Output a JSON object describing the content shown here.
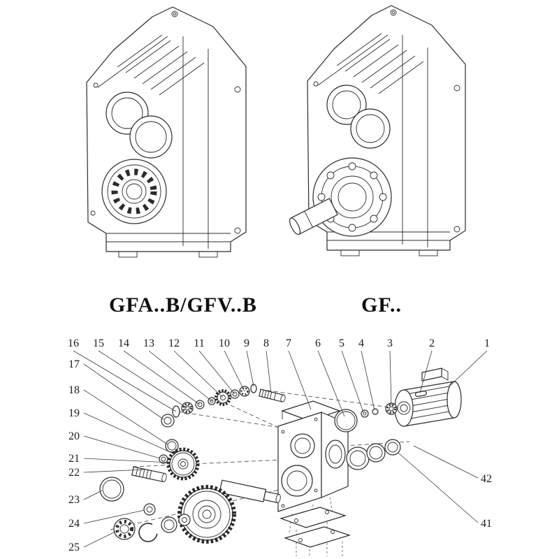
{
  "page": {
    "background": "#ffffff",
    "line_color": "#2b2b2b"
  },
  "models": {
    "left_label": "GFA..B/GFV..B",
    "right_label": "GF.."
  },
  "exploded": {
    "top_row": [
      "16",
      "15",
      "14",
      "13",
      "12",
      "11",
      "10",
      "9",
      "8",
      "7",
      "6",
      "5",
      "4",
      "3",
      "2",
      "1"
    ],
    "left_column": [
      "17",
      "18",
      "19",
      "20",
      "21",
      "22",
      "23",
      "24",
      "25"
    ],
    "right_column": [
      "42",
      "41"
    ]
  }
}
